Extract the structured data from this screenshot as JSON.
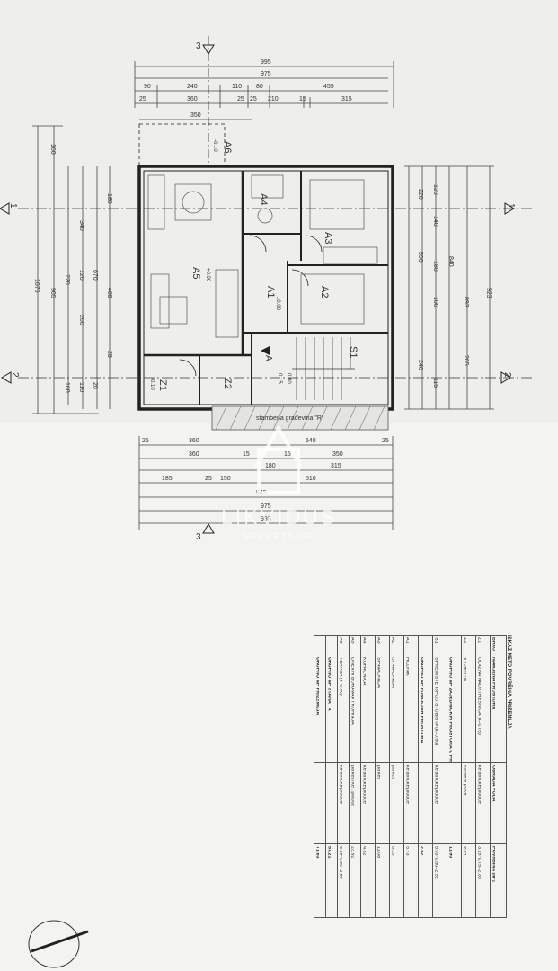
{
  "plan": {
    "room_labels": [
      "A6",
      "A4",
      "A3",
      "A5",
      "A1",
      "A2",
      "S1",
      "Z2",
      "Z1"
    ],
    "adjacent_building": "stambena građevina \"R\"",
    "section_markers": [
      "1",
      "1",
      "2",
      "2",
      "3",
      "3",
      "A"
    ],
    "levels": [
      "+0.00",
      "-0.10",
      "-0.10",
      "±0.00",
      "0.15",
      "0.00"
    ],
    "dims_top": [
      "995",
      "975",
      "90",
      "240",
      "110",
      "80",
      "455",
      "360",
      "25",
      "210",
      "15",
      "315",
      "25",
      "25",
      "350"
    ],
    "dims_bottom": [
      "25",
      "360",
      "540",
      "25",
      "360",
      "15",
      "350",
      "15",
      "180",
      "315",
      "185",
      "25",
      "150",
      "510",
      "945",
      "975",
      "993"
    ],
    "dims_left": [
      "1075",
      "905",
      "720",
      "340",
      "670",
      "465",
      "160",
      "180",
      "120",
      "260",
      "160",
      "110",
      "20",
      "25"
    ],
    "dims_right": [
      "923",
      "893",
      "840",
      "590",
      "220",
      "120",
      "140",
      "180",
      "100",
      "265",
      "240",
      "115"
    ]
  },
  "watermark": {
    "brand": "LIKVIDUS",
    "sub": "NEKRETNINE"
  },
  "table": {
    "title": "ISKAZ NETO POVRŠINA PRIZEMLJA",
    "columns": [
      "BROJ",
      "NAMJENA PROSTORA",
      "OBRADA PODA",
      "POVRŠINA (m²)"
    ],
    "rows": [
      [
        "Z1",
        "ULAZNA NADSTREŠNICA (k=0.75)",
        "keramičke pločice",
        "3.15*0.75=2.36"
      ],
      [
        "Z2",
        "STUBIŠTE",
        "kamene ploče",
        "9.54"
      ],
      [
        "",
        "UKUPNO NP ZAJEDNIČKIH PROSTORA U PRIZEMLJU",
        "",
        "11.90"
      ],
      [
        "S1",
        "SPREMIŠTE ISPOD STUBIŠTA (k=0.50)",
        "keramičke pločice",
        "5.03*0.50=2.52"
      ],
      [
        "",
        "UKUPNO NP POMOĆNIH PROSTORA",
        "",
        "2.52"
      ],
      [
        "A1",
        "HODNIK",
        "keramičke pločice",
        "5.73"
      ],
      [
        "A2",
        "SPAVAONICA",
        "parket",
        "8.23"
      ],
      [
        "A3",
        "SPAVAONICA",
        "parket",
        "11.08"
      ],
      [
        "A4",
        "KUPAONICA",
        "keramičke pločice",
        "4.82"
      ],
      [
        "A5",
        "DNEVNI BORAVAK I KUHINJA",
        "parket i ker. pločice",
        "23.92"
      ],
      [
        "A6",
        "TERASA (k=0.50)",
        "keramičke pločice",
        "5.29*0.50=2.65"
      ],
      [
        "",
        "UKUPNO NP STANA \"A\"",
        "",
        "57.21"
      ],
      [
        "",
        "UKUPNO NP PRIZEMLJA",
        "",
        "71.63"
      ]
    ]
  }
}
